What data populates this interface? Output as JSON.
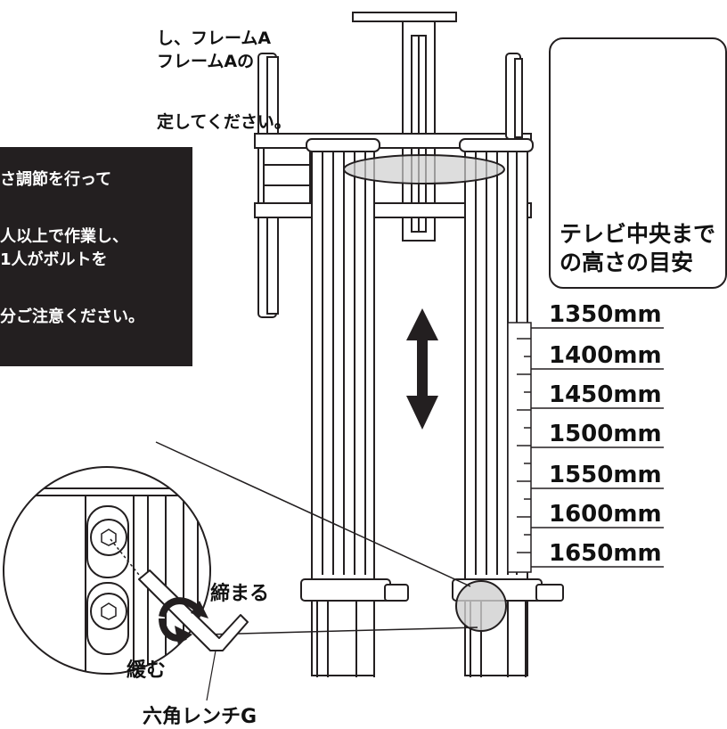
{
  "instructions": {
    "line1": "し、フレームA",
    "line2": "フレームAの",
    "line3": "定してください。"
  },
  "note_box": {
    "line1": "さ調節を行って",
    "line2": "人以上で作業し、",
    "line3": "1人がボルトを",
    "line4": "分ご注意ください。",
    "background": "#231f20"
  },
  "legend": {
    "caption_line1": "テレビ中央まで",
    "caption_line2": "の高さの目安"
  },
  "height_scale": [
    "1350mm",
    "1400mm",
    "1450mm",
    "1500mm",
    "1550mm",
    "1600mm",
    "1650mm"
  ],
  "callouts": {
    "tighten": "締まる",
    "loosen": "緩む",
    "wrench": "六角レンチG"
  }
}
